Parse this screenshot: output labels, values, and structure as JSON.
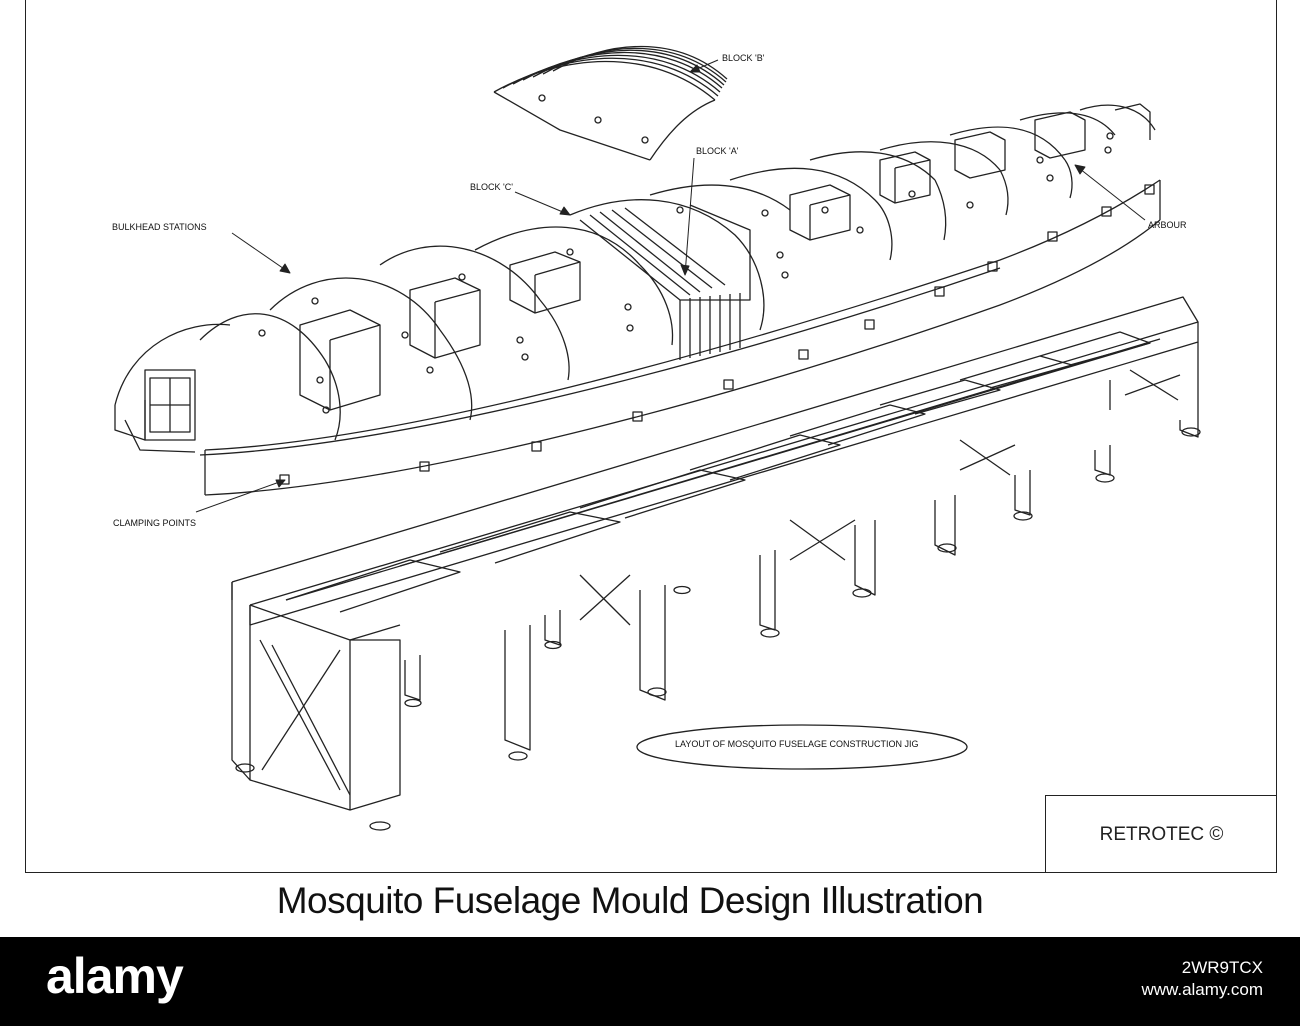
{
  "diagram": {
    "labels": {
      "block_b": "BLOCK 'B'",
      "block_a": "BLOCK 'A'",
      "block_c": "BLOCK 'C'",
      "bulkhead_stations": "BULKHEAD STATIONS",
      "arbour": "ARBOUR",
      "clamping_points": "CLAMPING POINTS",
      "layout_note": "LAYOUT OF MOSQUITO FUSELAGE CONSTRUCTION JIG"
    },
    "copyright": "RETROTEC ©"
  },
  "caption": "Mosquito Fuselage Mould  Design Illustration",
  "footer": {
    "brand": "alamy",
    "image_id": "2WR9TCX",
    "site": "www.alamy.com"
  }
}
